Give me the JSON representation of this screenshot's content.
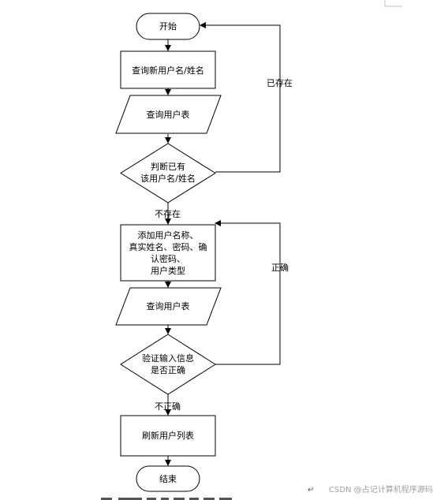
{
  "nodes": {
    "start": "开始",
    "query_new_user": "查询新用户名/姓名",
    "query_user_table_1": "查询用户表",
    "check_exists": [
      "判断已有",
      "该用户名/姓名"
    ],
    "add_user": [
      "添加用户名称、",
      "真实姓名、密码、确",
      "认密码、",
      "用户类型"
    ],
    "query_user_table_2": "查询用户表",
    "validate_input": [
      "验证输入信息",
      "是否正确"
    ],
    "refresh_list": "刷新用户列表",
    "end": "结束"
  },
  "edges": {
    "exists": "已存在",
    "not_exists": "不存在",
    "correct": "正确",
    "incorrect": "不正确"
  },
  "footer": {
    "return_glyph": "↵",
    "watermark": "CSDN @占记计算机程序源码"
  }
}
